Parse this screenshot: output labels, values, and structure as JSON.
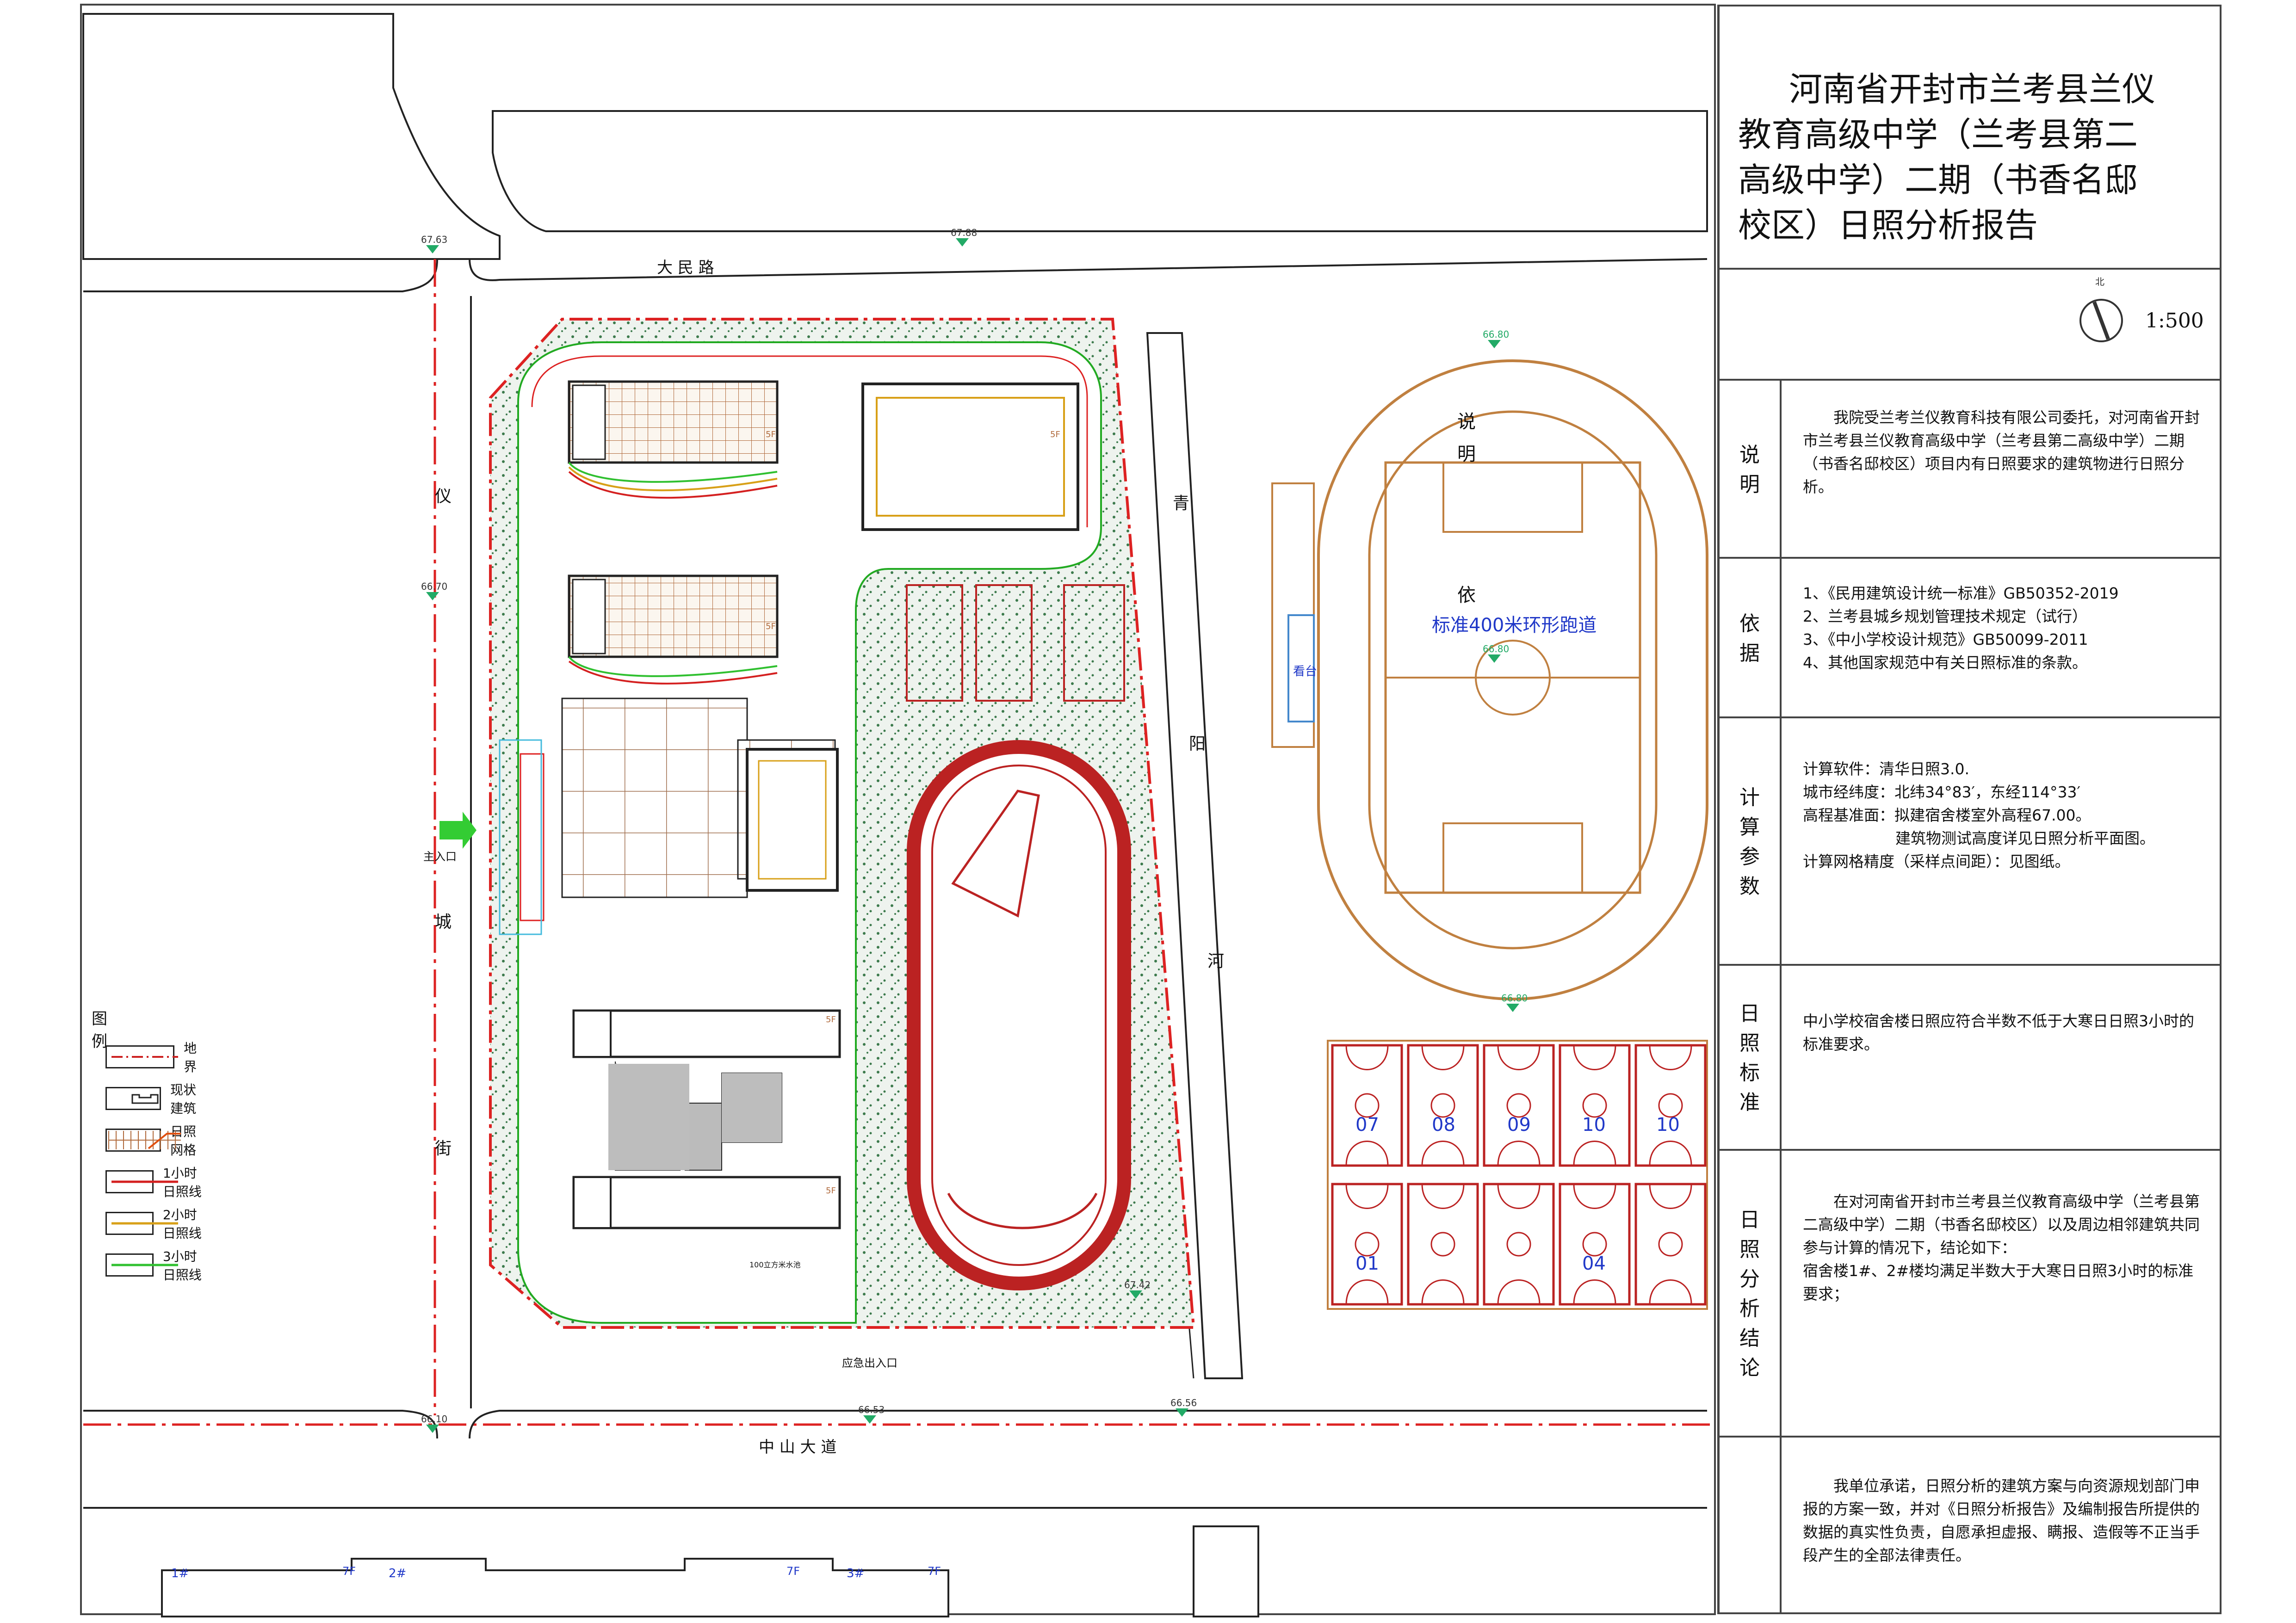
{
  "report": {
    "title_lines": [
      "河南省开封市兰考县兰仪",
      "教育高级中学（兰考县第二",
      "高级中学）二期（书香名邸",
      "校区）日照分析报告"
    ],
    "north_label": "北",
    "scale": "1:500",
    "sections": [
      {
        "id": "description",
        "label": [
          "说",
          "明"
        ],
        "body": [
          "我院受兰考兰仪教育科技有限公司委托，对河南省开封市兰考县兰仪教育高级中学（兰考县第二高级中学）二期（书香名邸校区）项目内有日照要求的建筑物进行日照分析。"
        ]
      },
      {
        "id": "basis",
        "label": [
          "依",
          "据"
        ],
        "body": [
          "1、《民用建筑设计统一标准》GB50352-2019",
          "2、兰考县城乡规划管理技术规定（试行）",
          "3、《中小学校设计规范》GB50099-2011",
          "4、其他国家规范中有关日照标准的条款。"
        ]
      },
      {
        "id": "params",
        "label": [
          "计",
          "算",
          "参",
          "数"
        ],
        "body": [
          "计算软件：清华日照3.0.",
          "城市经纬度：北纬34°83′，东经114°33′",
          "高程基准面：拟建宿舍楼室外高程67.00。",
          "建筑物测试高度详见日照分析平面图。",
          "计算网格精度（采样点间距）：见图纸。"
        ]
      },
      {
        "id": "standard",
        "label": [
          "日",
          "照",
          "标",
          "准"
        ],
        "body": [
          "中小学校宿舍楼日照应符合半数不低于大寒日日照3小时的标准要求。"
        ]
      },
      {
        "id": "conclusion",
        "label": [
          "日",
          "照",
          "分",
          "析",
          "结",
          "论"
        ],
        "body": [
          "在对河南省开封市兰考县兰仪教育高级中学（兰考县第二高级中学）二期（书香名邸校区）以及周边相邻建筑共同参与计算的情况下，结论如下：",
          "宿舍楼1#、2#楼均满足半数大于大寒日日照3小时的标准要求；"
        ]
      },
      {
        "id": "pledge",
        "label": [],
        "body": [
          "我单位承诺，日照分析的建筑方案与向资源规划部门申报的方案一致，并对《日照分析报告》及编制报告所提供的数据的真实性负责，自愿承担虚报、瞒报、造假等不正当手段产生的全部法律责任。"
        ]
      }
    ]
  },
  "plan": {
    "roads": {
      "north": "大 民 路",
      "west_a": "仪",
      "west_b": "城",
      "west_c": "街",
      "river": [
        "青",
        "阳",
        "河"
      ],
      "south": "中 山 大 道"
    },
    "entrances": {
      "main": "主入口",
      "emergency": "应急出入口"
    },
    "elevations": [
      "67.63",
      "67.88",
      "66.70",
      "66.10",
      "66.53",
      "66.56",
      "66.80",
      "66.80",
      "66.80",
      "67.42"
    ],
    "track_label": "标准400米环形跑道",
    "field_labels": [
      "说",
      "明",
      "依"
    ],
    "grandstand": "看台",
    "court_numbers": [
      "07",
      "08",
      "09",
      "10",
      "10",
      "01",
      "04"
    ],
    "floor_tags": [
      "7F",
      "7F",
      "7F"
    ],
    "building_numbers": [
      "1#",
      "2#",
      "3#"
    ],
    "small_text": "100立方米水池",
    "floors": [
      "5F",
      "5F",
      "5F",
      "5F",
      "5F"
    ]
  },
  "legend": {
    "title": "图例",
    "items": [
      {
        "label": "地界",
        "kind": "boundary",
        "color": "#cc2020"
      },
      {
        "label": "现状建筑",
        "kind": "building",
        "color": "#222222"
      },
      {
        "label": "日照网格",
        "kind": "grid",
        "color": "#e05010"
      },
      {
        "label": "1小时日照线",
        "kind": "line",
        "color": "#d42020"
      },
      {
        "label": "2小时日照线",
        "kind": "line",
        "color": "#d8a018"
      },
      {
        "label": "3小时日照线",
        "kind": "line",
        "color": "#30c030"
      }
    ]
  }
}
